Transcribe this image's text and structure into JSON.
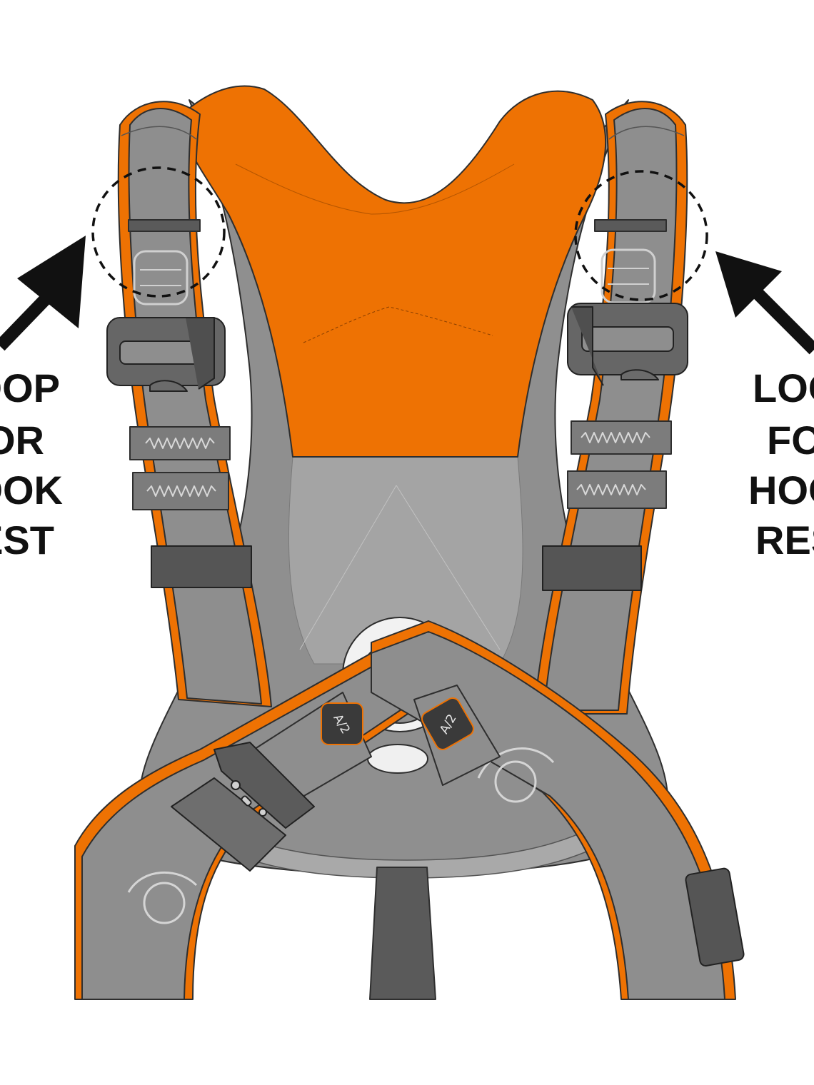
{
  "callouts": {
    "left": {
      "lines": [
        "LOOP",
        "FOR",
        "HOOK",
        "REST"
      ]
    },
    "right": {
      "lines": [
        "LOOP",
        "FOR",
        "HOOK",
        "REST"
      ]
    }
  },
  "badges": {
    "left": "A/2",
    "right": "A/2"
  },
  "colors": {
    "strap_grey": "#8e8e8e",
    "strap_edge": "#3a3a3a",
    "orange": "#ee7203",
    "back_grey": "#9a9a9a",
    "buckle_dark": "#5e5e5e",
    "elastic_dark": "#555555",
    "light_grey": "#d8d8d8",
    "text_black": "#111111"
  },
  "icons": [
    "arrow-icon",
    "d-ring-icon",
    "buckle-icon",
    "stitch-icon"
  ]
}
